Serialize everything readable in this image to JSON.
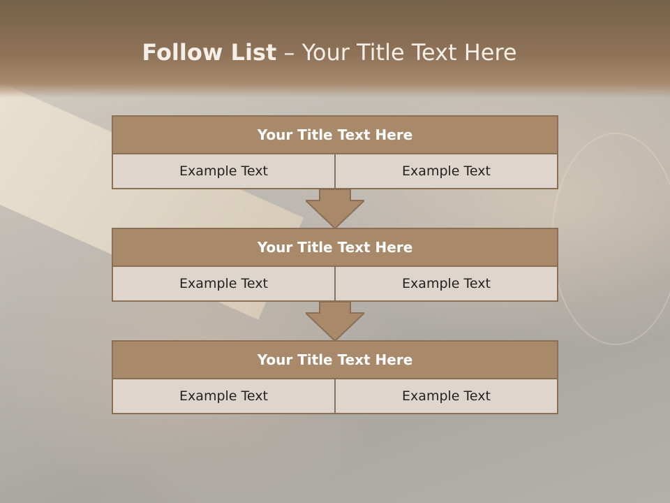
{
  "slide": {
    "title_bold": "Follow List",
    "title_rest": "– Your Title Text Here"
  },
  "blocks": [
    {
      "title": "Your Title Text Here",
      "left": "Example Text",
      "right": "Example Text"
    },
    {
      "title": "Your Title Text Here",
      "left": "Example Text",
      "right": "Example Text"
    },
    {
      "title": "Your Title Text Here",
      "left": "Example Text",
      "right": "Example Text"
    }
  ],
  "colors": {
    "header": "#8e7258",
    "block_title": "#a8896a",
    "cell": "#ded5cd",
    "border": "#8a6f55"
  }
}
